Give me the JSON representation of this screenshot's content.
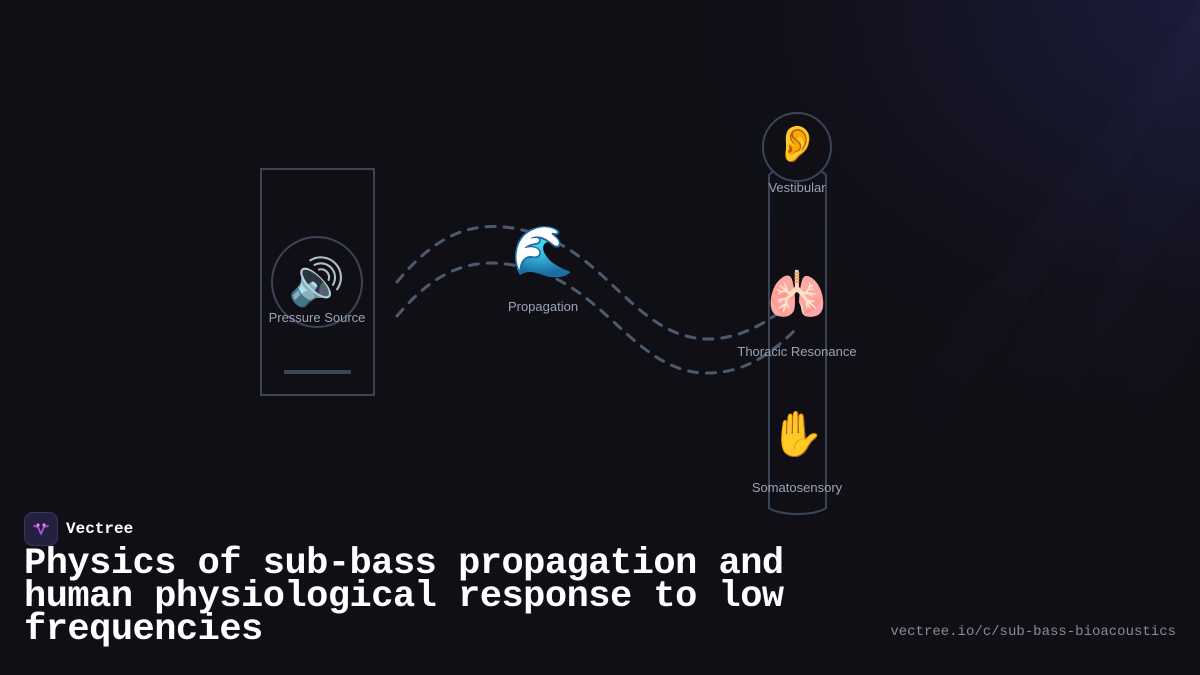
{
  "diagram": {
    "source": {
      "label": "Pressure Source",
      "icon": "speaker-icon"
    },
    "propagation": {
      "label": "Propagation",
      "icon": "wave-icon"
    },
    "receptors": [
      {
        "label": "Vestibular",
        "icon": "ear-icon"
      },
      {
        "label": "Thoracic Resonance",
        "icon": "lungs-icon"
      },
      {
        "label": "Somatosensory",
        "icon": "hand-icon"
      }
    ]
  },
  "brand": {
    "name": "Vectree"
  },
  "title": "Physics of sub-bass propagation and human physiological response to low frequencies",
  "url": "vectree.io/c/sub-bass-bioacoustics",
  "colors": {
    "background": "#100f15",
    "stroke": "#3a4558",
    "dash": "#4c5a70",
    "label": "#9aa3b8",
    "brand_accent": "#b24bd6"
  }
}
